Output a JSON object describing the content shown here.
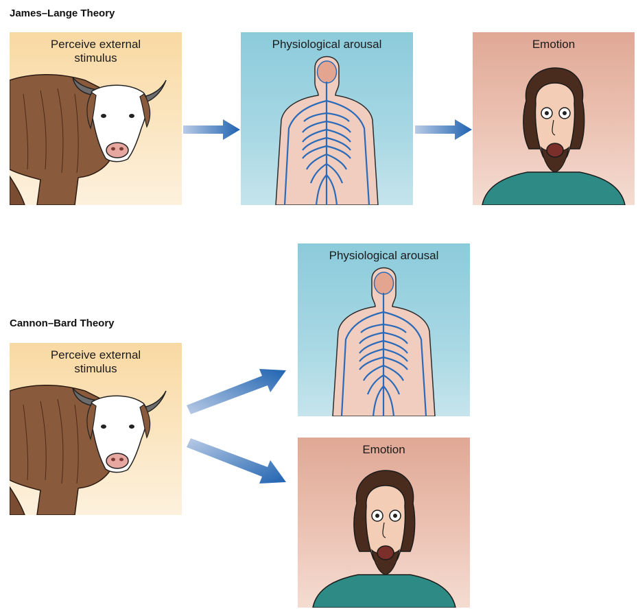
{
  "james_lange": {
    "heading": "James–Lange Theory",
    "stimulus_label_line1": "Perceive external",
    "stimulus_label_line2": "stimulus",
    "arousal_label": "Physiological arousal",
    "emotion_label": "Emotion"
  },
  "cannon_bard": {
    "heading": "Cannon–Bard Theory",
    "stimulus_label_line1": "Perceive external",
    "stimulus_label_line2": "stimulus",
    "arousal_label": "Physiological arousal",
    "emotion_label": "Emotion"
  },
  "icons": {
    "stimulus": "bull-icon",
    "arousal": "nervous-system-icon",
    "emotion": "surprised-face-icon",
    "arrow": "arrow-right-icon"
  },
  "colors": {
    "stimulus_bg": "#f9d9a3",
    "arousal_bg": "#8ccbdb",
    "emotion_bg": "#e0a895",
    "arrow": "#2e6fb5",
    "nerves": "#2a6ab8"
  }
}
